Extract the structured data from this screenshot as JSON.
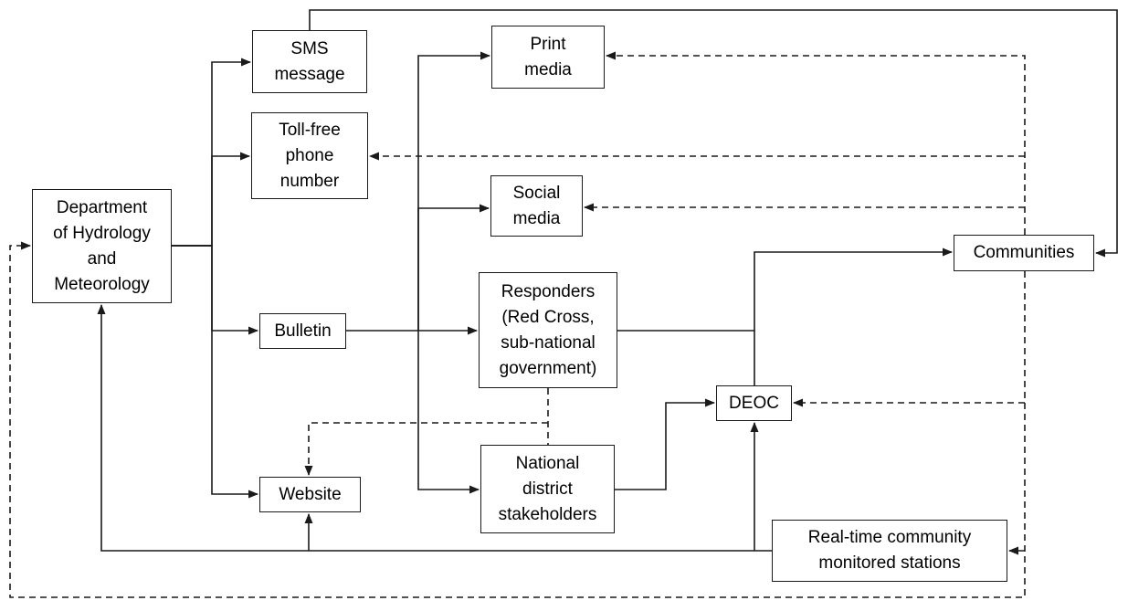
{
  "nodes": {
    "dhm": {
      "label": "Department\nof Hydrology\nand\nMeteorology"
    },
    "sms": {
      "label": "SMS\nmessage"
    },
    "tollfree": {
      "label": "Toll-free\nphone\nnumber"
    },
    "print": {
      "label": "Print\nmedia"
    },
    "social": {
      "label": "Social\nmedia"
    },
    "bulletin": {
      "label": "Bulletin"
    },
    "responders": {
      "label": "Responders\n(Red Cross,\nsub-national\ngovernment)"
    },
    "website": {
      "label": "Website"
    },
    "national": {
      "label": "National\ndistrict\nstakeholders"
    },
    "deoc": {
      "label": "DEOC"
    },
    "communities": {
      "label": "Communities"
    },
    "realtime": {
      "label": "Real-time community\nmonitored stations"
    }
  },
  "edges": [
    {
      "from": "Department of Hydrology and Meteorology",
      "to": "SMS message",
      "style": "solid"
    },
    {
      "from": "Department of Hydrology and Meteorology",
      "to": "Toll-free phone number",
      "style": "solid"
    },
    {
      "from": "Department of Hydrology and Meteorology",
      "to": "Bulletin",
      "style": "solid"
    },
    {
      "from": "Department of Hydrology and Meteorology",
      "to": "Website",
      "style": "solid"
    },
    {
      "from": "SMS message",
      "to": "Communities",
      "style": "solid"
    },
    {
      "from": "Bulletin",
      "to": "Responders (Red Cross, sub-national government)",
      "style": "solid"
    },
    {
      "from": "Bulletin",
      "to": "Print media",
      "style": "solid"
    },
    {
      "from": "Bulletin",
      "to": "Social media",
      "style": "solid"
    },
    {
      "from": "Bulletin",
      "to": "National district stakeholders",
      "style": "solid"
    },
    {
      "from": "Responders (Red Cross, sub-national government)",
      "to": "Communities",
      "style": "solid"
    },
    {
      "from": "Responders (Red Cross, sub-national government)",
      "to": "DEOC",
      "style": "solid"
    },
    {
      "from": "National district stakeholders",
      "to": "DEOC",
      "style": "solid"
    },
    {
      "from": "Real-time community monitored stations",
      "to": "DEOC",
      "style": "solid"
    },
    {
      "from": "Real-time community monitored stations",
      "to": "Website",
      "style": "solid"
    },
    {
      "from": "Real-time community monitored stations",
      "to": "Department of Hydrology and Meteorology",
      "style": "solid"
    },
    {
      "from": "Responders (Red Cross, sub-national government)",
      "to": "National district stakeholders",
      "style": "dashed"
    },
    {
      "from": "Responders (Red Cross, sub-national government)",
      "to": "Website",
      "style": "dashed"
    },
    {
      "from": "Communities",
      "to": "Print media",
      "style": "dashed"
    },
    {
      "from": "Communities",
      "to": "Toll-free phone number",
      "style": "dashed"
    },
    {
      "from": "Communities",
      "to": "Social media",
      "style": "dashed"
    },
    {
      "from": "Communities",
      "to": "DEOC",
      "style": "dashed"
    },
    {
      "from": "Communities",
      "to": "Real-time community monitored stations",
      "style": "dashed"
    },
    {
      "from": "Communities",
      "to": "Department of Hydrology and Meteorology",
      "style": "dashed"
    }
  ],
  "colors": {
    "background": "#ffffff",
    "line": "#1a1a1a",
    "box_border": "#1a1a1a",
    "box_fill": "#ffffff",
    "text": "#000000"
  }
}
